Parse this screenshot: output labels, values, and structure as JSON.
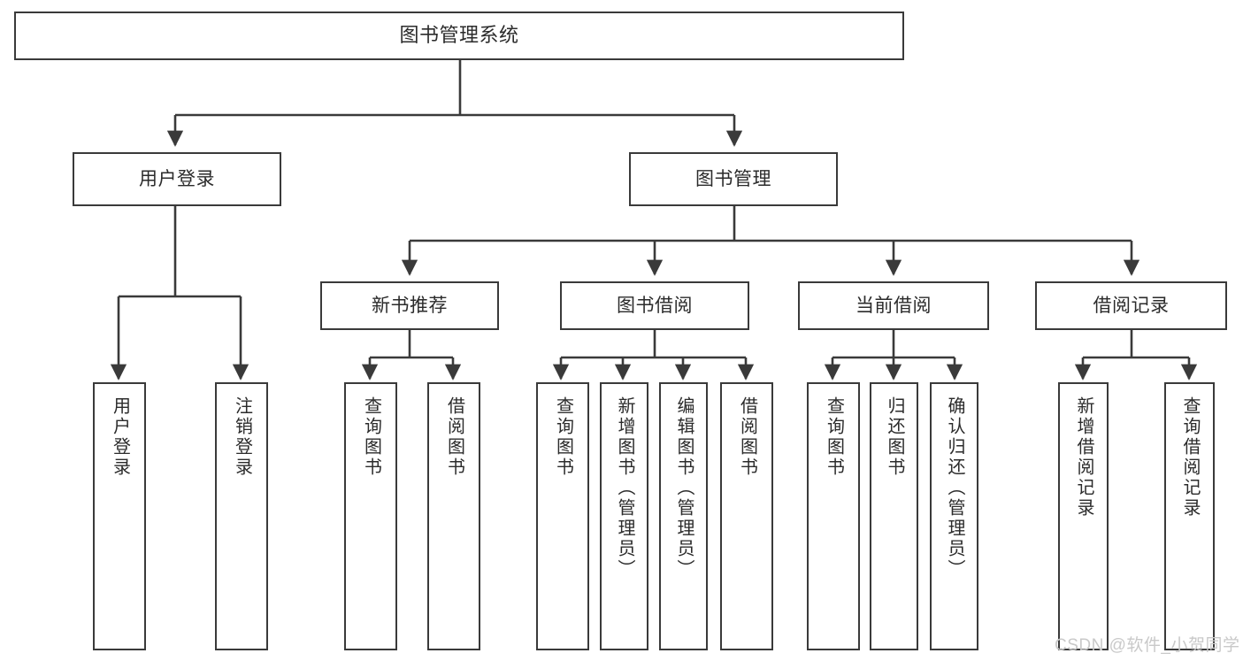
{
  "diagram": {
    "title": "图书管理系统",
    "type": "tree-hierarchy",
    "watermark": "CSDN @软件_小贺同学",
    "colors": {
      "stroke": "#3a3a3a",
      "text": "#2b2b2b",
      "background": "#ffffff",
      "watermark": "#c9c9c9"
    },
    "nodes": {
      "root": {
        "label": "图书管理系统"
      },
      "level1": [
        {
          "label": "用户登录"
        },
        {
          "label": "图书管理"
        }
      ],
      "level2": [
        {
          "label": "新书推荐"
        },
        {
          "label": "图书借阅"
        },
        {
          "label": "当前借阅"
        },
        {
          "label": "借阅记录"
        }
      ],
      "leaves": {
        "user_login": [
          {
            "label": "用户登录"
          },
          {
            "label": "注销登录"
          }
        ],
        "new_book": [
          {
            "label": "查询图书"
          },
          {
            "label": "借阅图书"
          }
        ],
        "book_borrow": [
          {
            "label": "查询图书"
          },
          {
            "label": "新增图书（管理员）"
          },
          {
            "label": "编辑图书（管理员）"
          },
          {
            "label": "借阅图书"
          }
        ],
        "current_borrow": [
          {
            "label": "查询图书"
          },
          {
            "label": "归还图书"
          },
          {
            "label": "确认归还（管理员）"
          }
        ],
        "borrow_record": [
          {
            "label": "新增借阅记录"
          },
          {
            "label": "查询借阅记录"
          }
        ]
      }
    }
  }
}
